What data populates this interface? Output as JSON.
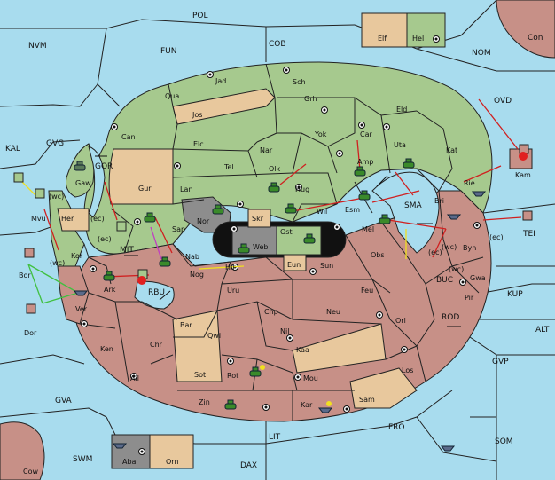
{
  "map": {
    "seas": [
      "POL",
      "NVM",
      "FUN",
      "COB",
      "NOM",
      "OVD",
      "KAL",
      "GVG",
      "GOR",
      "MIT",
      "RBU",
      "SMA",
      "BUC",
      "ROD",
      "ALT",
      "GVP",
      "GVA",
      "LIT",
      "FRO",
      "SOM",
      "SWM",
      "DAX",
      "TEI",
      "KUP"
    ],
    "green_provinces": [
      "Hel",
      "Jad",
      "Sch",
      "Qua",
      "Can",
      "Grh",
      "Eld",
      "Elc",
      "Nar",
      "Yok",
      "Car",
      "Uta",
      "Kat",
      "Tel",
      "Olk",
      "Amp",
      "Lan",
      "Hug",
      "Rie",
      "Gaw",
      "Sap",
      "Wil",
      "Esm",
      "Kor",
      "Mvu"
    ],
    "red_provinces": [
      "Con",
      "Bri",
      "Byn",
      "Gwa",
      "Pir",
      "Mel",
      "Obs",
      "Sun",
      "Nab",
      "Nog",
      "Hil",
      "Ark",
      "Ver",
      "Bor",
      "Uru",
      "Feu",
      "Chp",
      "Neu",
      "Orl",
      "Nil",
      "Bar",
      "Qwi",
      "Ken",
      "Chr",
      "Kaa",
      "Rot",
      "Los",
      "Mou",
      "Ail",
      "Zin",
      "Kar",
      "Sam",
      "Cow",
      "Kam",
      "Dor"
    ],
    "tan_provinces": [
      "Elf",
      "Jos",
      "Gur",
      "Her",
      "Eun",
      "Ost",
      "Sot",
      "Orn"
    ],
    "gray_provinces": [
      "Nor",
      "Web",
      "Skr",
      "Aba"
    ],
    "coast_labels": [
      "(wc)",
      "(ec)",
      "(ec)",
      "(wc)",
      "(wc)",
      "(ec)",
      "(wc)",
      "(ec)"
    ]
  },
  "colors": {
    "green_power": "#a6c98e",
    "red_power": "#c79087",
    "neutral": "#e8c89d",
    "sea": "#a8dcee",
    "gray": "#8d8d8d",
    "order_red": "#d02020",
    "order_yellow": "#f0e020",
    "order_green": "#40c040",
    "order_magenta": "#c040c0"
  }
}
